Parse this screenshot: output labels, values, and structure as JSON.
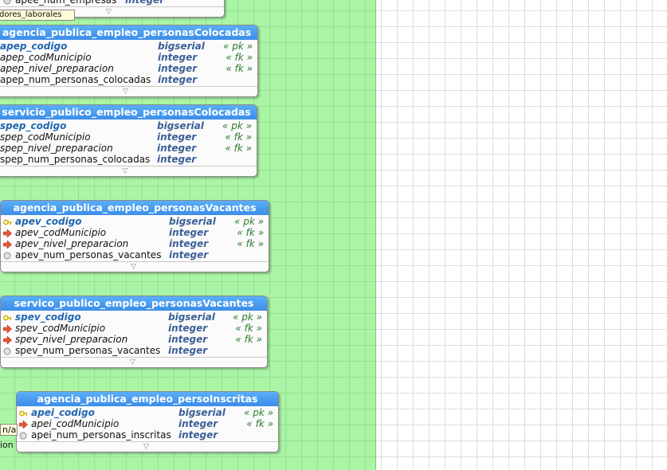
{
  "colors": {
    "schema_bg": "#aaf5a5",
    "header": "#4a9ff0",
    "type": "#3b5f96",
    "key": "#2b7a2b",
    "pk_name": "#2166b0"
  },
  "partial_tables": {
    "empresas_row": {
      "name": "apee_num_empresas",
      "type": "integer"
    },
    "label_top": "dores_laborales",
    "label_na": "n/a",
    "label_ion": "ion"
  },
  "tables": [
    {
      "title": "agencia_publica_empleo_personasColocadas",
      "columns": [
        {
          "name": "apep_codigo",
          "type": "bigserial",
          "key": "« pk »",
          "kind": "pk"
        },
        {
          "name": "apep_codMunicipio",
          "type": "integer",
          "key": "« fk »",
          "kind": "fk"
        },
        {
          "name": "apep_nivel_preparacion",
          "type": "integer",
          "key": "« fk »",
          "kind": "fk"
        },
        {
          "name": "apep_num_personas_colocadas",
          "type": "integer",
          "key": "",
          "kind": "col"
        }
      ]
    },
    {
      "title": "servicio_publico_empleo_personasColocadas",
      "columns": [
        {
          "name": "spep_codigo",
          "type": "bigserial",
          "key": "« pk »",
          "kind": "pk"
        },
        {
          "name": "spep_codMunicipio",
          "type": "integer",
          "key": "« fk »",
          "kind": "fk"
        },
        {
          "name": "spep_nivel_preparacion",
          "type": "integer",
          "key": "« fk »",
          "kind": "fk"
        },
        {
          "name": "spep_num_personas_colocadas",
          "type": "integer",
          "key": "",
          "kind": "col"
        }
      ]
    },
    {
      "title": "agencia_publica_empleo_personasVacantes",
      "columns": [
        {
          "name": "apev_codigo",
          "type": "bigserial",
          "key": "« pk »",
          "kind": "pk"
        },
        {
          "name": "apev_codMunicipio",
          "type": "integer",
          "key": "« fk »",
          "kind": "fk"
        },
        {
          "name": "apev_nivel_preparacion",
          "type": "integer",
          "key": "« fk »",
          "kind": "fk"
        },
        {
          "name": "apev_num_personas_vacantes",
          "type": "integer",
          "key": "",
          "kind": "col"
        }
      ]
    },
    {
      "title": "servico_publico_empleo_personasVacantes",
      "columns": [
        {
          "name": "spev_codigo",
          "type": "bigserial",
          "key": "« pk »",
          "kind": "pk"
        },
        {
          "name": "spev_codMunicipio",
          "type": "integer",
          "key": "« fk »",
          "kind": "fk"
        },
        {
          "name": "spev_nivel_preparacion",
          "type": "integer",
          "key": "« fk »",
          "kind": "fk"
        },
        {
          "name": "spev_num_personas_vacantes",
          "type": "integer",
          "key": "",
          "kind": "col"
        }
      ]
    },
    {
      "title": "agencia_publica_empleo_persoInscritas",
      "columns": [
        {
          "name": "apei_codigo",
          "type": "bigserial",
          "key": "« pk »",
          "kind": "pk"
        },
        {
          "name": "apei_codMunicipio",
          "type": "integer",
          "key": "« fk »",
          "kind": "fk"
        },
        {
          "name": "apei_num_personas_inscritas",
          "type": "integer",
          "key": "",
          "kind": "col"
        }
      ]
    }
  ]
}
